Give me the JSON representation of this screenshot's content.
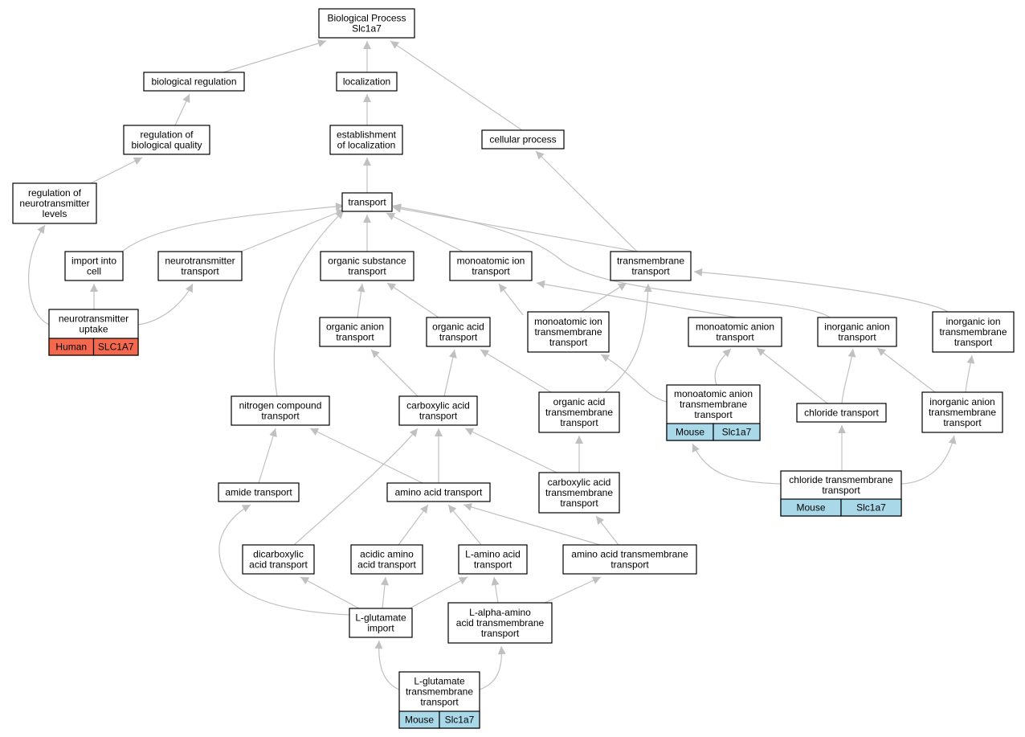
{
  "colors": {
    "edge": "#c0c0c0",
    "arrow": "#c0c0c0",
    "node_border": "#000000",
    "human_tag": "#f4694e",
    "mouse_tag": "#a9d9e9"
  },
  "nodes": {
    "bp": {
      "lines": [
        "Biological Process",
        "Slc1a7"
      ]
    },
    "bioreg": {
      "lines": [
        "biological regulation"
      ]
    },
    "localization": {
      "lines": [
        "localization"
      ]
    },
    "regbioqual": {
      "lines": [
        "regulation of",
        "biological quality"
      ]
    },
    "estloc": {
      "lines": [
        "establishment",
        "of localization"
      ]
    },
    "cellproc": {
      "lines": [
        "cellular process"
      ]
    },
    "regneuro": {
      "lines": [
        "regulation of",
        "neurotransmitter",
        "levels"
      ]
    },
    "transport": {
      "lines": [
        "transport"
      ]
    },
    "importcell": {
      "lines": [
        "import into",
        "cell"
      ]
    },
    "ntransport": {
      "lines": [
        "neurotransmitter",
        "transport"
      ]
    },
    "orgsub": {
      "lines": [
        "organic substance",
        "transport"
      ]
    },
    "monoion": {
      "lines": [
        "monoatomic ion",
        "transport"
      ]
    },
    "tmtransport": {
      "lines": [
        "transmembrane",
        "transport"
      ]
    },
    "nuptake": {
      "lines": [
        "neurotransmitter",
        "uptake"
      ],
      "tag": [
        "Human",
        "SLC1A7"
      ]
    },
    "organion": {
      "lines": [
        "organic anion",
        "transport"
      ]
    },
    "orgacid": {
      "lines": [
        "organic acid",
        "transport"
      ]
    },
    "monoiontm": {
      "lines": [
        "monoatomic ion",
        "transmembrane",
        "transport"
      ]
    },
    "monoanion": {
      "lines": [
        "monoatomic anion",
        "transport"
      ]
    },
    "inoranion": {
      "lines": [
        "inorganic anion",
        "transport"
      ]
    },
    "inoriontm": {
      "lines": [
        "inorganic ion",
        "transmembrane",
        "transport"
      ]
    },
    "nitrogen": {
      "lines": [
        "nitrogen compound",
        "transport"
      ]
    },
    "carbox": {
      "lines": [
        "carboxylic acid",
        "transport"
      ]
    },
    "orgacidtm": {
      "lines": [
        "organic acid",
        "transmembrane",
        "transport"
      ]
    },
    "monoaniontm": {
      "lines": [
        "monoatomic anion",
        "transmembrane",
        "transport"
      ],
      "tag": [
        "Mouse",
        "Slc1a7"
      ]
    },
    "chloride": {
      "lines": [
        "chloride transport"
      ]
    },
    "inoraniontm": {
      "lines": [
        "inorganic anion",
        "transmembrane",
        "transport"
      ]
    },
    "amide": {
      "lines": [
        "amide transport"
      ]
    },
    "aminoacid": {
      "lines": [
        "amino acid transport"
      ]
    },
    "carboxtm": {
      "lines": [
        "carboxylic acid",
        "transmembrane",
        "transport"
      ]
    },
    "chloridetm": {
      "lines": [
        "chloride transmembrane",
        "transport"
      ],
      "tag": [
        "Mouse",
        "Slc1a7"
      ]
    },
    "dicarbox": {
      "lines": [
        "dicarboxylic",
        "acid transport"
      ]
    },
    "acidicamino": {
      "lines": [
        "acidic amino",
        "acid transport"
      ]
    },
    "laminoacid": {
      "lines": [
        "L-amino acid",
        "transport"
      ]
    },
    "aminoacidtm": {
      "lines": [
        "amino acid transmembrane",
        "transport"
      ]
    },
    "lglutimport": {
      "lines": [
        "L-glutamate",
        "import"
      ]
    },
    "lalphaamino": {
      "lines": [
        "L-alpha-amino",
        "acid transmembrane",
        "transport"
      ]
    },
    "lgluttm": {
      "lines": [
        "L-glutamate",
        "transmembrane",
        "transport"
      ],
      "tag": [
        "Mouse",
        "Slc1a7"
      ]
    }
  },
  "edges": [
    [
      "bioreg",
      "bp"
    ],
    [
      "localization",
      "bp"
    ],
    [
      "cellproc",
      "bp"
    ],
    [
      "regbioqual",
      "bioreg"
    ],
    [
      "estloc",
      "localization"
    ],
    [
      "regneuro",
      "regbioqual"
    ],
    [
      "transport",
      "estloc"
    ],
    [
      "tmtransport",
      "cellproc"
    ],
    [
      "importcell",
      "transport"
    ],
    [
      "ntransport",
      "transport"
    ],
    [
      "orgsub",
      "transport"
    ],
    [
      "monoion",
      "transport"
    ],
    [
      "tmtransport",
      "transport"
    ],
    [
      "nitrogen",
      "transport"
    ],
    [
      "inoranion",
      "transport"
    ],
    [
      "nuptake",
      "regneuro"
    ],
    [
      "nuptake",
      "importcell"
    ],
    [
      "nuptake",
      "ntransport"
    ],
    [
      "organion",
      "orgsub"
    ],
    [
      "orgacid",
      "orgsub"
    ],
    [
      "monoiontm",
      "monoion"
    ],
    [
      "monoiontm",
      "tmtransport"
    ],
    [
      "monoanion",
      "monoion"
    ],
    [
      "inoriontm",
      "tmtransport"
    ],
    [
      "carbox",
      "organion"
    ],
    [
      "carbox",
      "orgacid"
    ],
    [
      "orgacidtm",
      "orgacid"
    ],
    [
      "orgacidtm",
      "tmtransport"
    ],
    [
      "monoaniontm",
      "monoiontm"
    ],
    [
      "monoaniontm",
      "monoanion"
    ],
    [
      "chloride",
      "monoanion"
    ],
    [
      "chloride",
      "inoranion"
    ],
    [
      "inoraniontm",
      "inoranion"
    ],
    [
      "inoraniontm",
      "inoriontm"
    ],
    [
      "amide",
      "nitrogen"
    ],
    [
      "aminoacid",
      "nitrogen"
    ],
    [
      "aminoacid",
      "carbox"
    ],
    [
      "carboxtm",
      "carbox"
    ],
    [
      "carboxtm",
      "orgacidtm"
    ],
    [
      "chloridetm",
      "monoaniontm"
    ],
    [
      "chloridetm",
      "chloride"
    ],
    [
      "chloridetm",
      "inoraniontm"
    ],
    [
      "dicarbox",
      "carbox"
    ],
    [
      "acidicamino",
      "aminoacid"
    ],
    [
      "laminoacid",
      "aminoacid"
    ],
    [
      "aminoacidtm",
      "aminoacid"
    ],
    [
      "aminoacidtm",
      "carboxtm"
    ],
    [
      "lglutimport",
      "amide"
    ],
    [
      "lglutimport",
      "dicarbox"
    ],
    [
      "lglutimport",
      "acidicamino"
    ],
    [
      "lglutimport",
      "laminoacid"
    ],
    [
      "lalphaamino",
      "laminoacid"
    ],
    [
      "lalphaamino",
      "aminoacidtm"
    ],
    [
      "lgluttm",
      "lglutimport"
    ],
    [
      "lgluttm",
      "lalphaamino"
    ]
  ]
}
